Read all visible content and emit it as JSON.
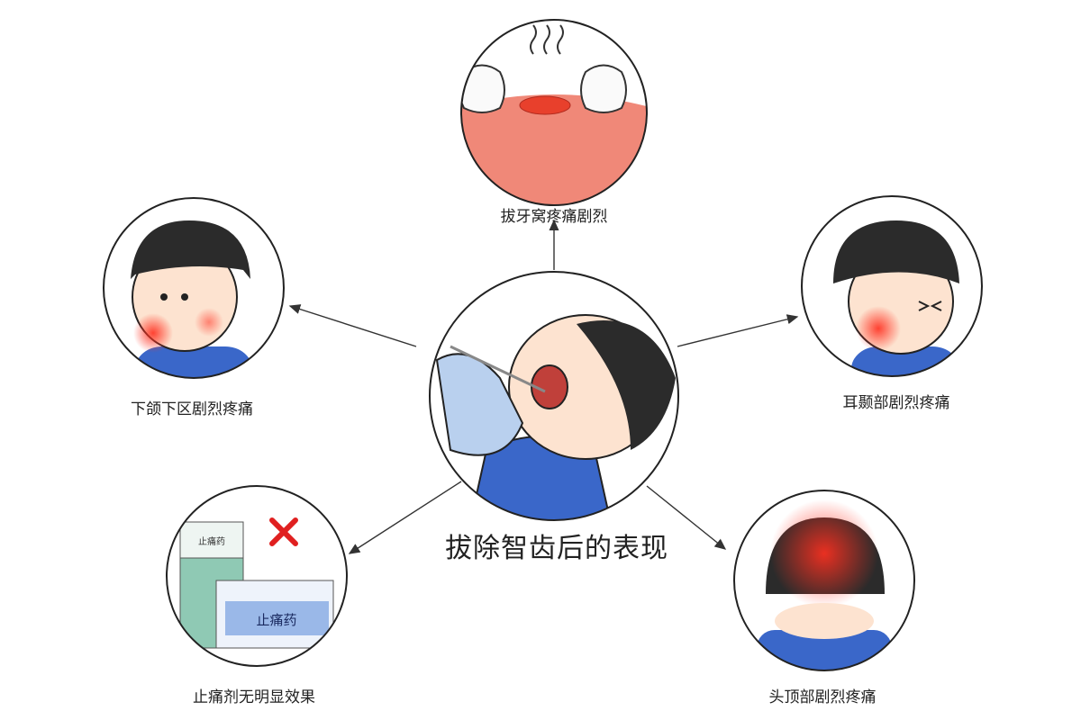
{
  "title": "拔除智齿后的表现",
  "nodes": {
    "top": "拔牙窝疼痛剧烈",
    "left": "下颌下区剧烈疼痛",
    "right": "耳颞部剧烈疼痛",
    "bottom_left": "止痛剂无明显效果",
    "bottom_right": "头顶部剧烈疼痛"
  },
  "medicine_box_label": "止痛药",
  "colors": {
    "outline": "#222222",
    "gum": "#f08878",
    "hair": "#2b2b2b",
    "shirt": "#3a67c9",
    "skin": "#fde3d0",
    "cross": "#e02020",
    "box_green": "#8fc9b4",
    "box_blue": "#9ab8e8"
  }
}
